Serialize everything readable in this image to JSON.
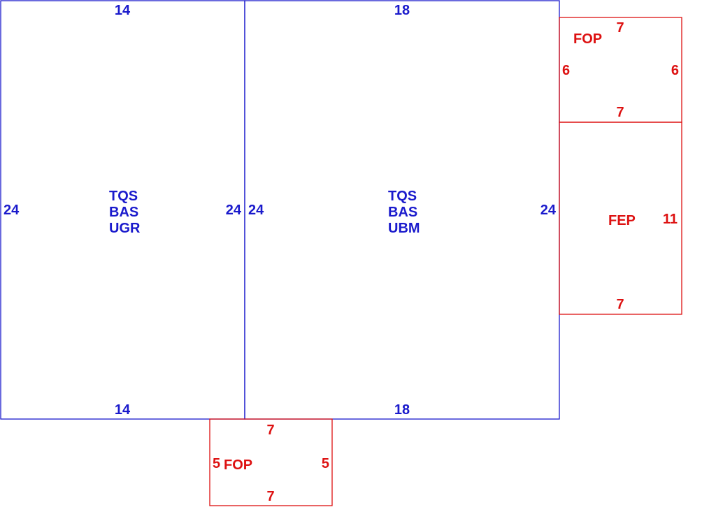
{
  "colors": {
    "main": "#1a1acc",
    "addition": "#dd1111"
  },
  "areas": [
    {
      "id": "ugr",
      "name_lines": [
        "TQS",
        "BAS",
        "UGR"
      ],
      "dims": {
        "top": "14",
        "bottom": "14",
        "left": "24",
        "right": "24"
      },
      "color_key": "main"
    },
    {
      "id": "ubm",
      "name_lines": [
        "TQS",
        "BAS",
        "UBM"
      ],
      "dims": {
        "top": "18",
        "bottom": "18",
        "left": "24",
        "right": "24"
      },
      "color_key": "main"
    },
    {
      "id": "fop-right",
      "name_lines": [
        "FOP"
      ],
      "dims": {
        "top": "7",
        "bottom": "7",
        "left": "6",
        "right": "6"
      },
      "color_key": "addition"
    },
    {
      "id": "fep",
      "name_lines": [
        "FEP"
      ],
      "dims": {
        "bottom": "7",
        "right": "11"
      },
      "color_key": "addition"
    },
    {
      "id": "fop-bottom",
      "name_lines": [
        "FOP"
      ],
      "dims": {
        "top": "7",
        "bottom": "7",
        "left": "5",
        "right": "5"
      },
      "color_key": "addition"
    }
  ]
}
